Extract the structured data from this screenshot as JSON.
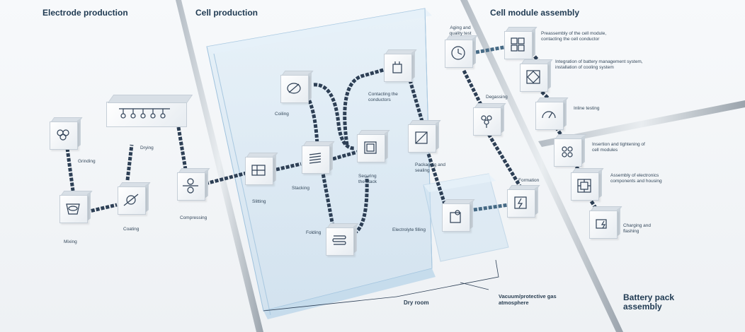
{
  "sections": {
    "electrode": "Electrode production",
    "cell": "Cell production",
    "module": "Cell module assembly",
    "pack": "Battery pack\nassembly"
  },
  "steps": {
    "grinding": "Grinding",
    "mixing": "Mixing",
    "coating": "Coating",
    "drying": "Drying",
    "compressing": "Compressing",
    "slitting": "Slitting",
    "coiling": "Coiling",
    "stacking": "Stacking",
    "folding": "Folding",
    "securing": "Securing\nthe stack",
    "contacting": "Contacting the\nconductors",
    "packaging": "Packaging and\nsealing",
    "electrolyte": "Electrolyte filling",
    "aging": "Aging and\nquality test",
    "degassing": "Degassing",
    "formation": "Formation",
    "preassembly": "Preassembly of the cell module,\ncontacting the cell conductor",
    "bms": "Integration of battery management system,\ninstallation of cooling system",
    "inline": "Inline testing",
    "insertion": "Insertion and tightening of\ncell modules",
    "electronics": "Assembly of electronics\ncomponents and housing",
    "charging": "Charging and\nflashing"
  },
  "areas": {
    "vacuum": "Vacuum/protective gas\natmosphere",
    "dry_room": "Dry room"
  },
  "colors": {
    "conveyor": "#2d3f55",
    "conveyor_light": "#7f9cb4",
    "glass": "#cfe3f2",
    "title": "#1f3a52"
  }
}
